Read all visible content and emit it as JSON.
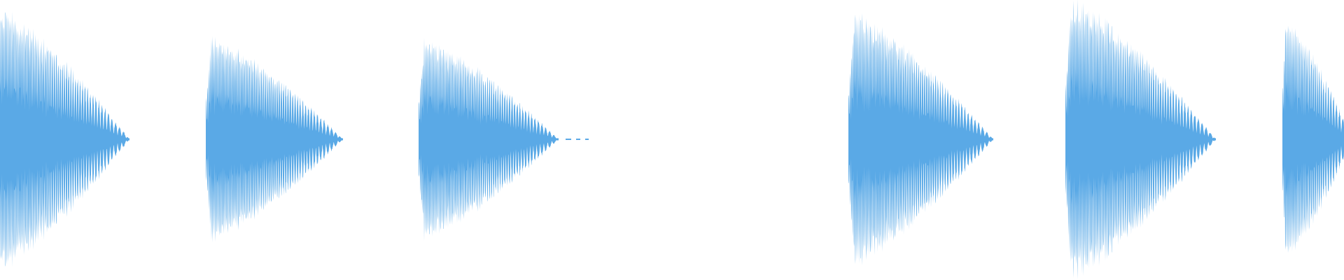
{
  "waveform": {
    "color": "#5aa9e6",
    "background": "#ffffff",
    "bursts": [
      {
        "peak": 0.92,
        "cut_start": true
      },
      {
        "peak": 0.72
      },
      {
        "peak": 0.7,
        "tail": true
      },
      {
        "peak": 0.88
      },
      {
        "peak": 0.98
      },
      {
        "peak": 0.85,
        "cut_end": true
      }
    ]
  }
}
